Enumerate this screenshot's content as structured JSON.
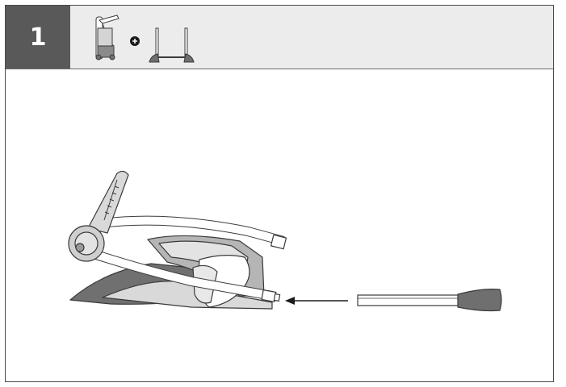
{
  "step": {
    "number": "1"
  },
  "header": {
    "parts": [
      "folded-stroller-frame-icon",
      "plus-icon",
      "u-shaped-bar-icon"
    ]
  },
  "illustration": {
    "description_icons": [
      "folded-stroller-frame",
      "insert-direction-arrow",
      "bar-with-end-cap"
    ]
  },
  "colors": {
    "header_bg": "#ececec",
    "step_box_bg": "#595959",
    "part_dark_gray": "#6f6f6f",
    "part_light_gray": "#d4d4d4",
    "outline": "#3a3a3a"
  }
}
